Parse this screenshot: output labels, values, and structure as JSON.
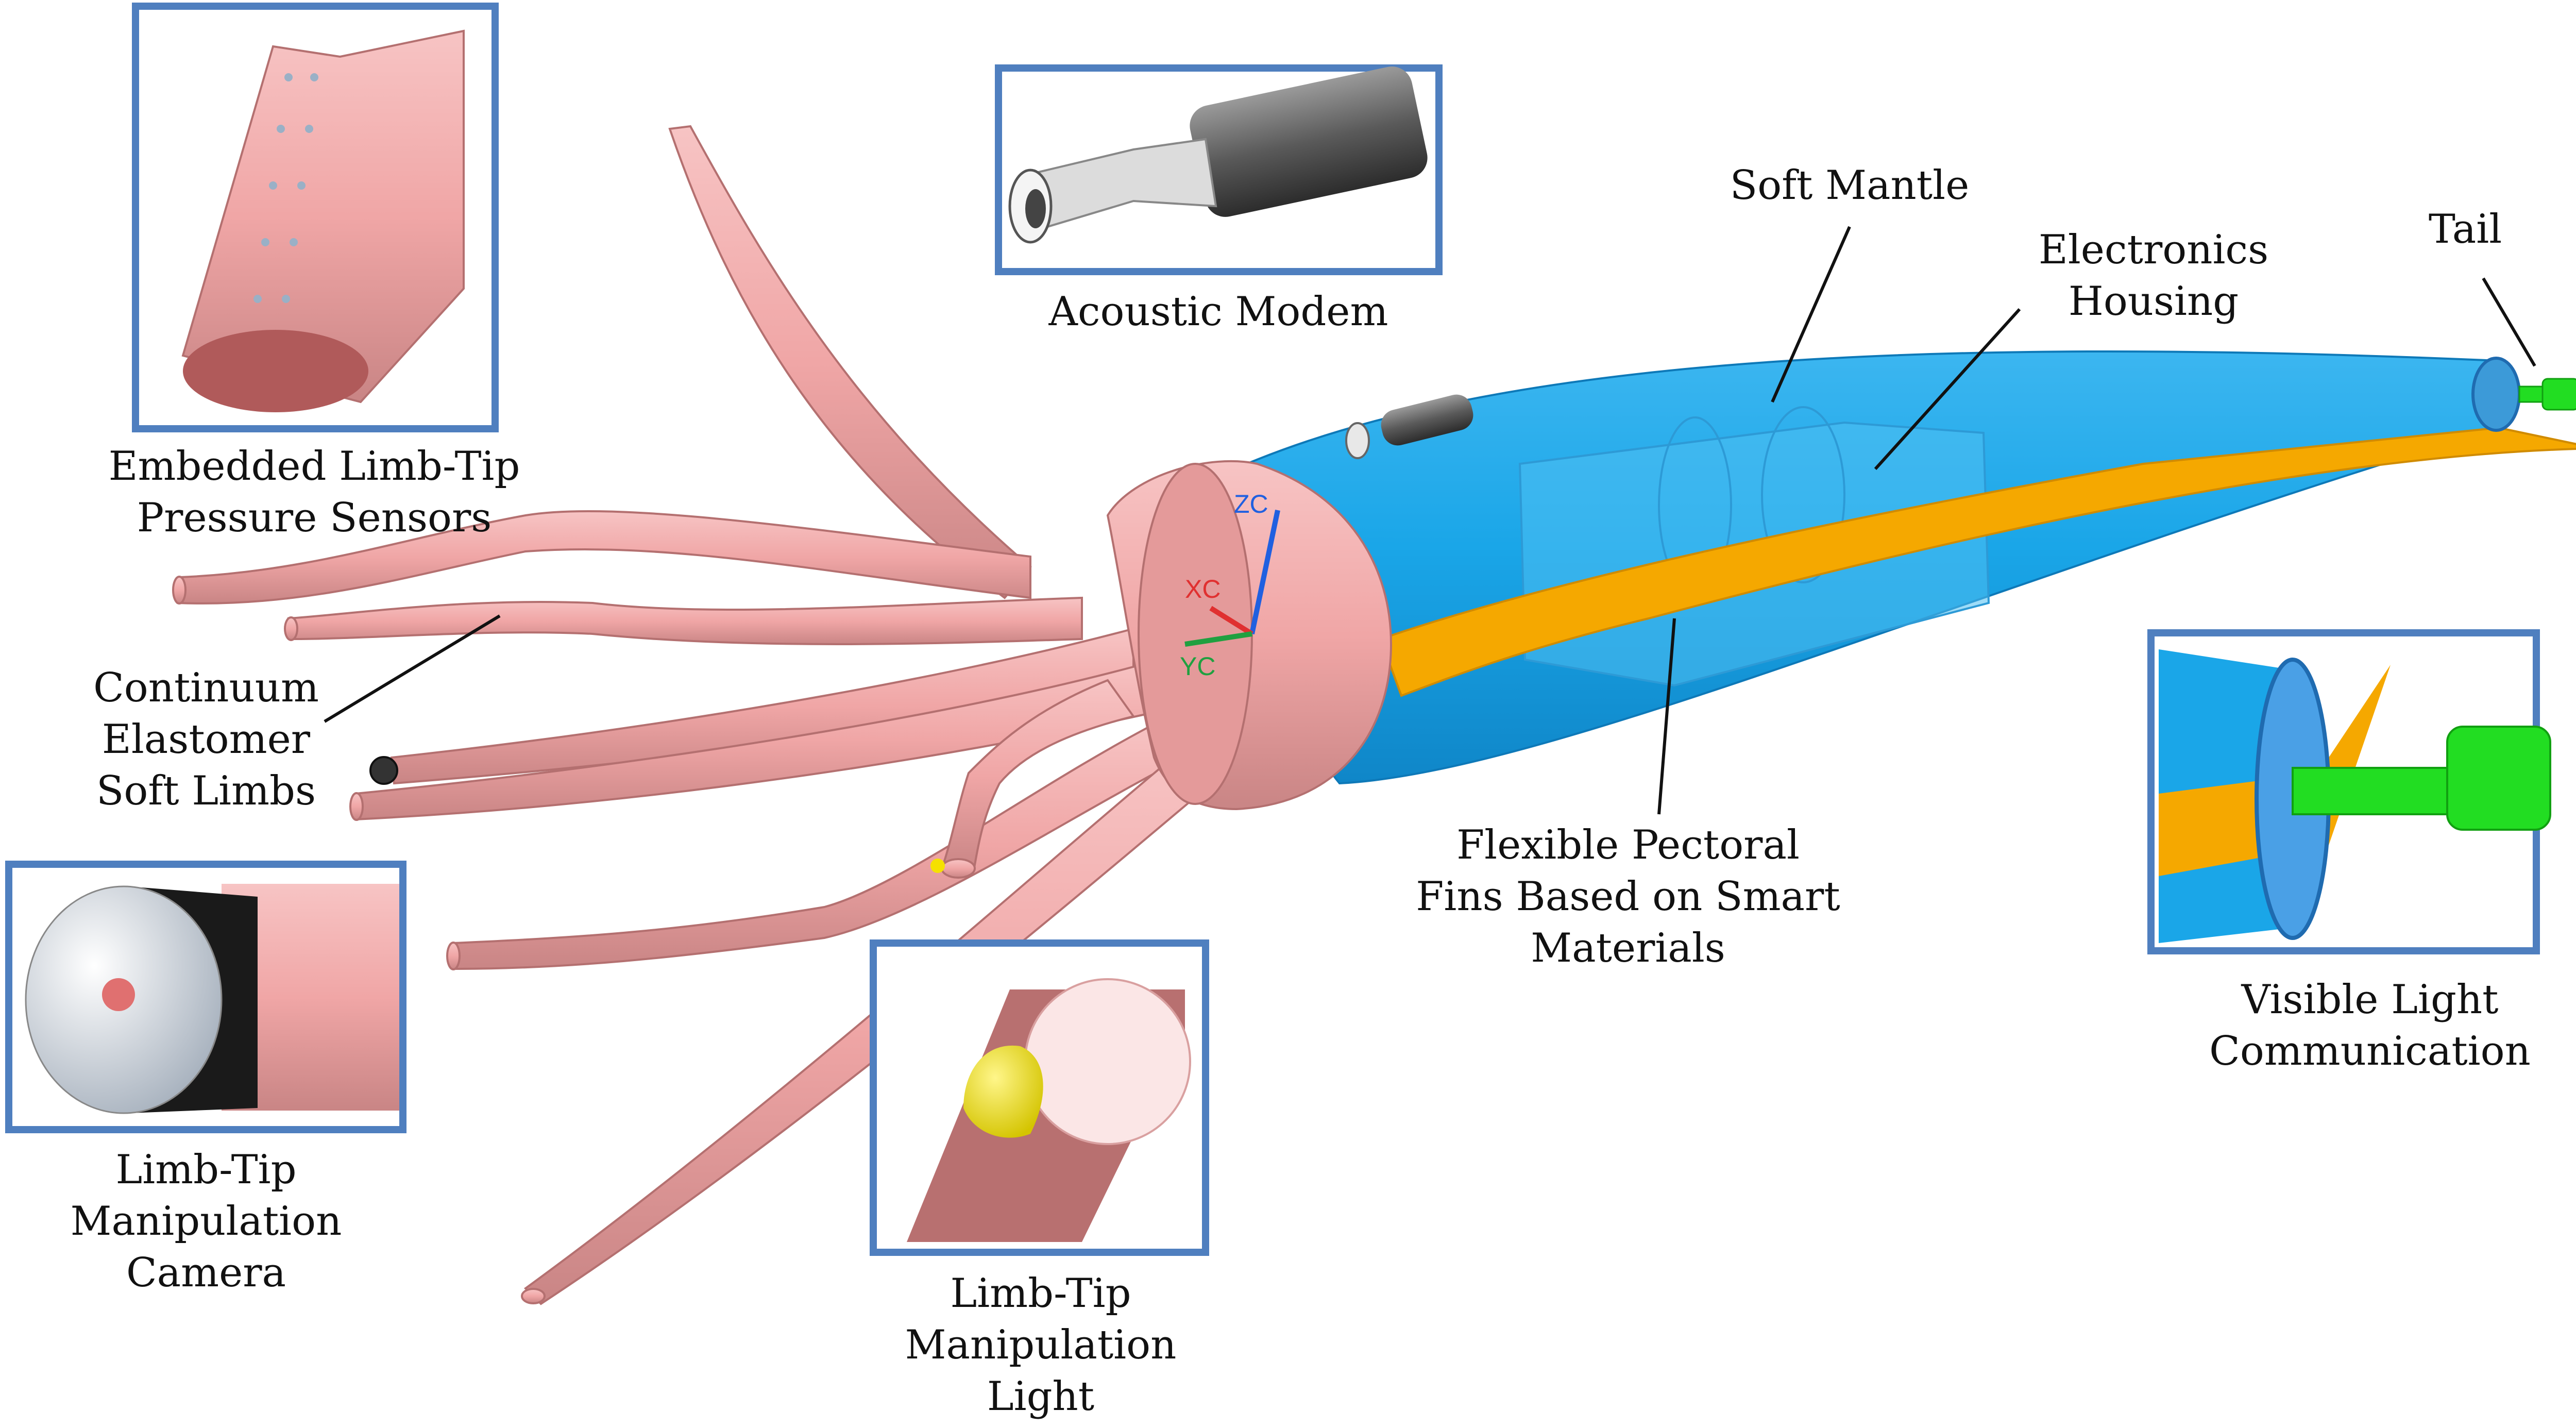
{
  "colors": {
    "limb": "#f0a8a8",
    "limb_dark": "#c98080",
    "mantle": "#1aa6e8",
    "mantle_light": "#6cc8f2",
    "fin": "#f5a800",
    "tail": "#22dd22",
    "inset_border": "#4f7fbf",
    "axis_x": "#e03030",
    "axis_y": "#20a040",
    "axis_z": "#2060e0"
  },
  "axes": {
    "x": "XC",
    "y": "YC",
    "z": "ZC"
  },
  "labels": {
    "pressure_sensors": [
      "Embedded Limb-Tip",
      "Pressure Sensors"
    ],
    "acoustic_modem": [
      "Acoustic Modem"
    ],
    "soft_mantle": [
      "Soft Mantle"
    ],
    "electronics_housing": [
      "Electronics",
      "Housing"
    ],
    "tail": [
      "Tail"
    ],
    "soft_limbs": [
      "Continuum",
      "Elastomer",
      "Soft Limbs"
    ],
    "pectoral_fins": [
      "Flexible Pectoral",
      "Fins Based on Smart",
      "Materials"
    ],
    "visible_light": [
      "Visible Light",
      "Communication"
    ],
    "camera": [
      "Limb-Tip",
      "Manipulation",
      "Camera"
    ],
    "light": [
      "Limb-Tip",
      "Manipulation",
      "Light"
    ]
  }
}
